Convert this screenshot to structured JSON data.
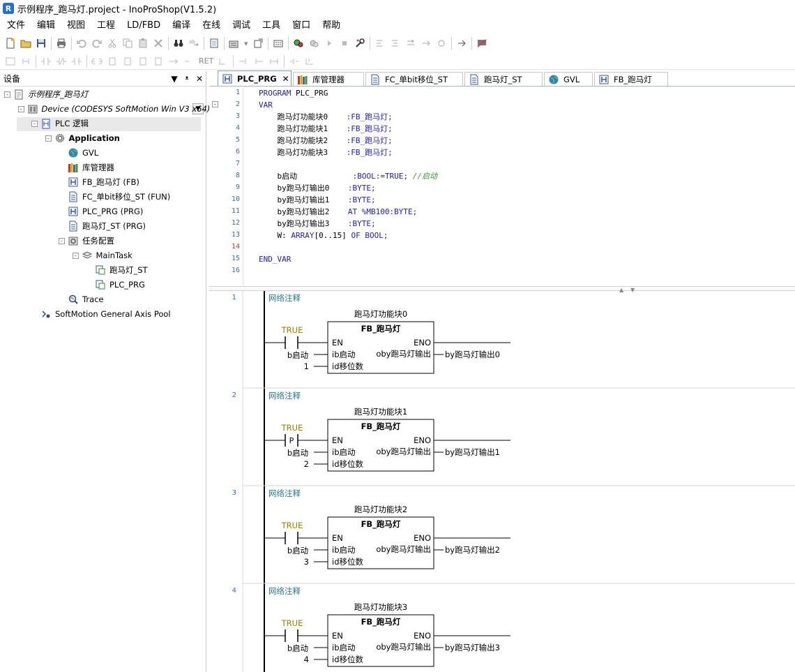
{
  "window": {
    "title": "示例程序_跑马灯.project - InoProShop(V1.5.2)",
    "app_icon": "R"
  },
  "menu": [
    "文件",
    "编辑",
    "视图",
    "工程",
    "LD/FBD",
    "编译",
    "在线",
    "调试",
    "工具",
    "窗口",
    "帮助"
  ],
  "toolbar2_text": [
    "RET"
  ],
  "devices_panel": {
    "title": "设备",
    "pin_glyph": "▼",
    "dock_glyph": "ᵜ",
    "close_glyph": "✕",
    "tree": [
      {
        "label": "示例程序_跑马灯",
        "indent": 0,
        "icon": "project-icon",
        "expander": "-",
        "style": "italic"
      },
      {
        "label": "Device (CODESYS SoftMotion Win V3 x64)",
        "indent": 1,
        "icon": "device-icon",
        "expander": "-",
        "style": "italic"
      },
      {
        "label": "PLC 逻辑",
        "indent": 2,
        "icon": "plc-logic-icon",
        "expander": "-",
        "style": ""
      },
      {
        "label": "Application",
        "indent": 3,
        "icon": "application-gear-icon",
        "expander": "-",
        "style": "bold"
      },
      {
        "label": "GVL",
        "indent": 4,
        "icon": "globe-icon",
        "expander": "",
        "style": ""
      },
      {
        "label": "库管理器",
        "indent": 4,
        "icon": "library-icon",
        "expander": "",
        "style": ""
      },
      {
        "label": "FB_跑马灯 (FB)",
        "indent": 4,
        "icon": "function-block-icon",
        "expander": "",
        "style": ""
      },
      {
        "label": "FC_单bit移位_ST (FUN)",
        "indent": 4,
        "icon": "document-icon",
        "expander": "",
        "style": ""
      },
      {
        "label": "PLC_PRG (PRG)",
        "indent": 4,
        "icon": "function-block-icon",
        "expander": "",
        "style": ""
      },
      {
        "label": "跑马灯_ST (PRG)",
        "indent": 4,
        "icon": "document-icon",
        "expander": "",
        "style": ""
      },
      {
        "label": "任务配置",
        "indent": 4,
        "icon": "task-config-icon",
        "expander": "-",
        "style": ""
      },
      {
        "label": "MainTask",
        "indent": 5,
        "icon": "task-icon",
        "expander": "-",
        "style": ""
      },
      {
        "label": "跑马灯_ST",
        "indent": 6,
        "icon": "program-call-icon",
        "expander": "",
        "style": ""
      },
      {
        "label": "PLC_PRG",
        "indent": 6,
        "icon": "program-call-icon",
        "expander": "",
        "style": ""
      },
      {
        "label": "Trace",
        "indent": 4,
        "icon": "trace-icon",
        "expander": "",
        "style": ""
      },
      {
        "label": "SoftMotion General Axis Pool",
        "indent": 2,
        "icon": "axis-pool-icon",
        "expander": "",
        "style": ""
      }
    ]
  },
  "tabs": [
    {
      "label": "PLC_PRG",
      "icon": "function-block-icon",
      "active": true,
      "close": "✕"
    },
    {
      "label": "库管理器",
      "icon": "library-icon",
      "active": false
    },
    {
      "label": "FC_单bit移位_ST",
      "icon": "document-icon",
      "active": false
    },
    {
      "label": "跑马灯_ST",
      "icon": "document-icon",
      "active": false
    },
    {
      "label": "GVL",
      "icon": "globe-icon",
      "active": false
    },
    {
      "label": "FB_跑马灯",
      "icon": "function-block-icon",
      "active": false
    }
  ],
  "declaration": {
    "fold_glyph": "-",
    "lines": [
      [
        {
          "t": "PROGRAM",
          "c": "kw"
        },
        {
          "t": " PLC_PRG",
          "c": ""
        }
      ],
      [
        {
          "t": "VAR",
          "c": "kw"
        }
      ],
      [
        {
          "t": "    跑马灯功能块0    ",
          "c": ""
        },
        {
          "t": ":FB_跑马灯;",
          "c": "kw"
        }
      ],
      [
        {
          "t": "    跑马灯功能块1    ",
          "c": ""
        },
        {
          "t": ":FB_跑马灯;",
          "c": "kw"
        }
      ],
      [
        {
          "t": "    跑马灯功能块2    ",
          "c": ""
        },
        {
          "t": ":FB_跑马灯;",
          "c": "kw"
        }
      ],
      [
        {
          "t": "    跑马灯功能块3    ",
          "c": ""
        },
        {
          "t": ":FB_跑马灯;",
          "c": "kw"
        }
      ],
      [],
      [
        {
          "t": "    b启动            ",
          "c": ""
        },
        {
          "t": ":BOOL:=TRUE;",
          "c": "kw"
        },
        {
          "t": " //启动",
          "c": "cm"
        }
      ],
      [
        {
          "t": "    by跑马灯输出0    ",
          "c": ""
        },
        {
          "t": ":BYTE;",
          "c": "kw"
        }
      ],
      [
        {
          "t": "    by跑马灯输出1    ",
          "c": ""
        },
        {
          "t": ":BYTE;",
          "c": "kw"
        }
      ],
      [
        {
          "t": "    by跑马灯输出2    ",
          "c": ""
        },
        {
          "t": "AT %MB100:BYTE;",
          "c": "kw"
        }
      ],
      [
        {
          "t": "    by跑马灯输出3    ",
          "c": ""
        },
        {
          "t": ":BYTE;",
          "c": "kw"
        }
      ],
      [
        {
          "t": "    W: ",
          "c": ""
        },
        {
          "t": "ARRAY",
          "c": "kw"
        },
        {
          "t": "[0..15] ",
          "c": ""
        },
        {
          "t": "OF BOOL;",
          "c": "kw"
        }
      ],
      [],
      [
        {
          "t": "END_VAR",
          "c": "kw"
        }
      ],
      []
    ],
    "line_numbers": [
      "1",
      "2",
      "3",
      "4",
      "5",
      "6",
      "7",
      "8",
      "9",
      "10",
      "11",
      "12",
      "13",
      "14",
      "15",
      "16"
    ],
    "red_line": "14"
  },
  "ladder": {
    "splitter_glyphs": [
      "▲",
      "▼"
    ],
    "networks": [
      {
        "num": "1",
        "comment": "网络注释",
        "instance": "跑马灯功能块0",
        "type": "FB_跑马灯",
        "contact_value": "TRUE",
        "contact": "",
        "contact_var": "b启动",
        "en": "EN",
        "eno": "ENO",
        "in1": "ib启动",
        "in2": "id移位数",
        "out": "oby跑马灯输出",
        "const": "1",
        "out_var": "by跑马灯输出0"
      },
      {
        "num": "2",
        "comment": "网络注释",
        "instance": "跑马灯功能块1",
        "type": "FB_跑马灯",
        "contact_value": "TRUE",
        "contact": "P",
        "contact_var": "b启动",
        "en": "EN",
        "eno": "ENO",
        "in1": "ib启动",
        "in2": "id移位数",
        "out": "oby跑马灯输出",
        "const": "2",
        "out_var": "by跑马灯输出1"
      },
      {
        "num": "3",
        "comment": "网络注释",
        "instance": "跑马灯功能块2",
        "type": "FB_跑马灯",
        "contact_value": "TRUE",
        "contact": "",
        "contact_var": "b启动",
        "en": "EN",
        "eno": "ENO",
        "in1": "ib启动",
        "in2": "id移位数",
        "out": "oby跑马灯输出",
        "const": "3",
        "out_var": "by跑马灯输出2"
      },
      {
        "num": "4",
        "comment": "网络注释",
        "instance": "跑马灯功能块3",
        "type": "FB_跑马灯",
        "contact_value": "TRUE",
        "contact": "",
        "contact_var": "b启动",
        "en": "EN",
        "eno": "ENO",
        "in1": "ib启动",
        "in2": "id移位数",
        "out": "oby跑马灯输出",
        "const": "4",
        "out_var": "by跑马灯输出3"
      }
    ]
  },
  "colors": {
    "keyword": "#1c1ccf",
    "comment": "#3a9a3a",
    "true_value": "#9a7b00",
    "comment_teal": "#2a7a8a",
    "line_number": "#3a6ea5"
  }
}
